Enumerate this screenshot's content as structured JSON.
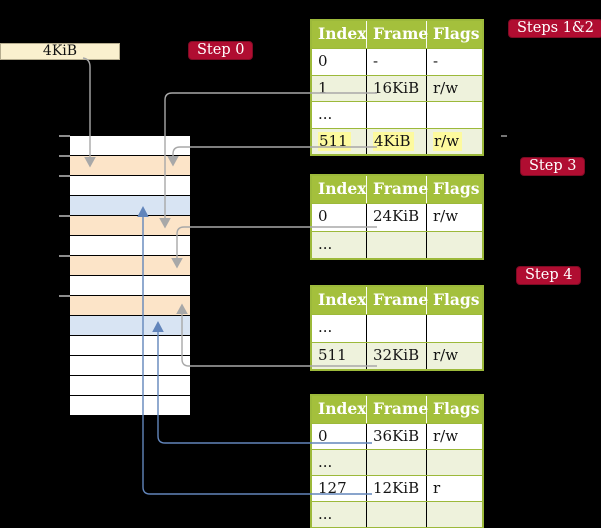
{
  "frame_label": {
    "text": "4KiB"
  },
  "badges": [
    {
      "id": "step0",
      "label": "Step 0"
    },
    {
      "id": "steps12",
      "label": "Steps 1&2"
    },
    {
      "id": "step3",
      "label": "Step 3"
    },
    {
      "id": "step4",
      "label": "Step 4"
    }
  ],
  "memory": {
    "rows": [
      "white",
      "orange",
      "white",
      "blue",
      "orange",
      "white",
      "orange",
      "white",
      "orange",
      "blue",
      "white",
      "white",
      "white",
      "white"
    ]
  },
  "tables": [
    {
      "id": "page-table-steps-1-2",
      "headers": [
        "Index",
        "Frame",
        "Flags"
      ],
      "rows": [
        {
          "cells": [
            "0",
            "-",
            "-"
          ],
          "shaded": false,
          "highlight": false
        },
        {
          "cells": [
            "1",
            "16KiB",
            "r/w"
          ],
          "shaded": true,
          "highlight": false
        },
        {
          "cells": [
            "...",
            "",
            ""
          ],
          "shaded": false,
          "highlight": false
        },
        {
          "cells": [
            "511",
            "4KiB",
            "r/w"
          ],
          "shaded": true,
          "highlight": true
        }
      ]
    },
    {
      "id": "page-table-step-3",
      "headers": [
        "Index",
        "Frame",
        "Flags"
      ],
      "rows": [
        {
          "cells": [
            "0",
            "24KiB",
            "r/w"
          ],
          "shaded": false,
          "highlight": false
        },
        {
          "cells": [
            "...",
            "",
            ""
          ],
          "shaded": true,
          "highlight": false
        }
      ]
    },
    {
      "id": "page-table-step-4",
      "headers": [
        "Index",
        "Frame",
        "Flags"
      ],
      "rows": [
        {
          "cells": [
            "...",
            "",
            ""
          ],
          "shaded": false,
          "highlight": false
        },
        {
          "cells": [
            "511",
            "32KiB",
            "r/w"
          ],
          "shaded": true,
          "highlight": false
        }
      ]
    },
    {
      "id": "page-table-final",
      "headers": [
        "Index",
        "Frame",
        "Flags"
      ],
      "rows": [
        {
          "cells": [
            "0",
            "36KiB",
            "r/w"
          ],
          "shaded": false,
          "highlight": false
        },
        {
          "cells": [
            "...",
            "",
            ""
          ],
          "shaded": true,
          "highlight": false
        },
        {
          "cells": [
            "127",
            "12KiB",
            "r"
          ],
          "shaded": false,
          "highlight": false
        },
        {
          "cells": [
            "...",
            "",
            ""
          ],
          "shaded": true,
          "highlight": false
        }
      ]
    }
  ],
  "colors": {
    "page_bg": "#000000",
    "frame_label_cream": "#faf0ce",
    "badge_crimson": "#b00d31",
    "table_header_green": "#a4c03c",
    "table_border_green": "#9cb93a",
    "table_row_green": "#eef2dc",
    "highlight_yellow": "#fdfa9e",
    "white_frame": "#ffffff",
    "orange_frame": "#fce4c8",
    "blue_frame": "#d8e4f3",
    "connector_gray": "#a8a8a8",
    "connector_blue": "#6285bb"
  }
}
